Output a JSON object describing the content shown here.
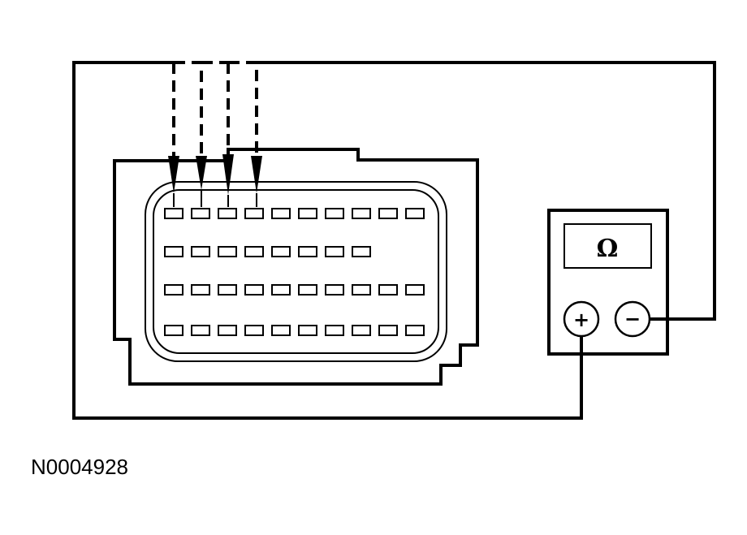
{
  "meter": {
    "display_symbol": "Ω",
    "plus_terminal_label": "+",
    "minus_terminal_label": "−"
  },
  "figure_id": "N0004928",
  "connector": {
    "pin_rows": [
      10,
      8,
      10,
      10
    ],
    "probed_pins": 4
  }
}
